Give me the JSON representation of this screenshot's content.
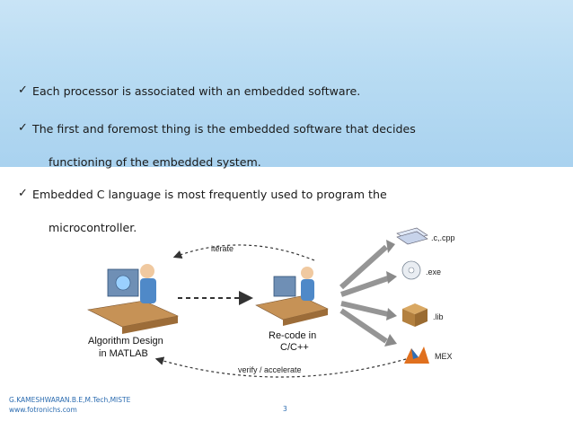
{
  "bullets": [
    {
      "text": "Each processor is associated with an embedded software."
    },
    {
      "text": "The first and foremost thing is the embedded software that decides",
      "cont": "functioning of the embedded system."
    },
    {
      "text": "Embedded C language is most frequently used to program the",
      "cont": "microcontroller."
    }
  ],
  "diagram": {
    "iterate": "iterate",
    "algo_line1": "Algorithm Design",
    "algo_line2": "in MATLAB",
    "recode_line1": "Re-code in",
    "recode_line2": "C/C++",
    "verify": "verify / accelerate",
    "outputs": [
      ".c,.cpp",
      ".exe",
      ".lib",
      "MEX"
    ]
  },
  "footer": {
    "author": "G.KAMESHWARAN.B.E,M.Tech,MISTE",
    "site": "www.fotronichs.com",
    "page": "3"
  },
  "colors": {
    "band": "#b9dcf3",
    "footer_text": "#2a6bb0"
  }
}
